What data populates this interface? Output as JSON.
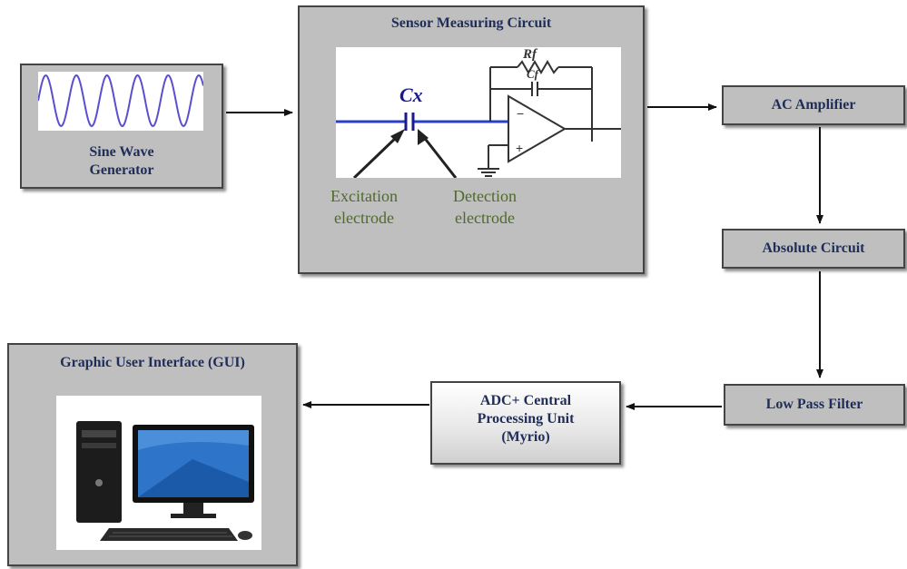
{
  "sine_wave_generator": {
    "label_line1": "Sine Wave",
    "label_line2": "Generator"
  },
  "sensor_measuring_circuit": {
    "title": "Sensor Measuring Circuit",
    "capacitor_label": "Cx",
    "feedback_resistor_label": "Rf",
    "feedback_capacitor_label": "Cf",
    "excitation_line1": "Excitation",
    "excitation_line2": "electrode",
    "detection_line1": "Detection",
    "detection_line2": "electrode"
  },
  "ac_amplifier": {
    "label": "AC Amplifier"
  },
  "absolute_circuit": {
    "label": "Absolute Circuit"
  },
  "low_pass_filter": {
    "label": "Low Pass Filter"
  },
  "adc_cpu": {
    "line1": "ADC+ Central",
    "line2": "Processing Unit",
    "line3": "(Myrio)"
  },
  "gui": {
    "title": "Graphic User Interface (GUI)"
  },
  "colors": {
    "block_fill": "#bfbfbf",
    "label_text": "#1f2d5a",
    "electrode_text": "#4f6a2a",
    "sine_wave": "#5a4fcf"
  }
}
